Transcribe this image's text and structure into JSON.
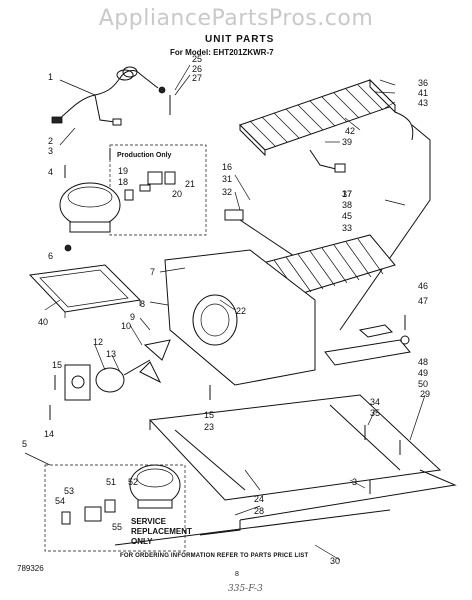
{
  "watermark": "AppliancePartsPros.com",
  "title": "UNIT PARTS",
  "model_line": "For Model: EHT201ZKWR-7",
  "production_only": "Production Only",
  "service_box": "SERVICE\nREPLACEMENT\nONLY",
  "footer_note": "FOR ORDERING INFORMATION REFER TO PARTS PRICE LIST",
  "doc_number": "789326",
  "page_number": "8",
  "handwritten": "335-F-3",
  "callouts": [
    "1",
    "2",
    "3",
    "4",
    "5",
    "6",
    "7",
    "8",
    "9",
    "10",
    "12",
    "13",
    "14",
    "15",
    "16",
    "17",
    "18",
    "19",
    "20",
    "21",
    "22",
    "23",
    "24",
    "25",
    "26",
    "27",
    "28",
    "29",
    "30",
    "31",
    "32",
    "33",
    "34",
    "35",
    "36",
    "37",
    "38",
    "39",
    "40",
    "41",
    "42",
    "43",
    "45",
    "46",
    "47",
    "48",
    "49",
    "50",
    "51",
    "52",
    "53",
    "54",
    "55"
  ]
}
